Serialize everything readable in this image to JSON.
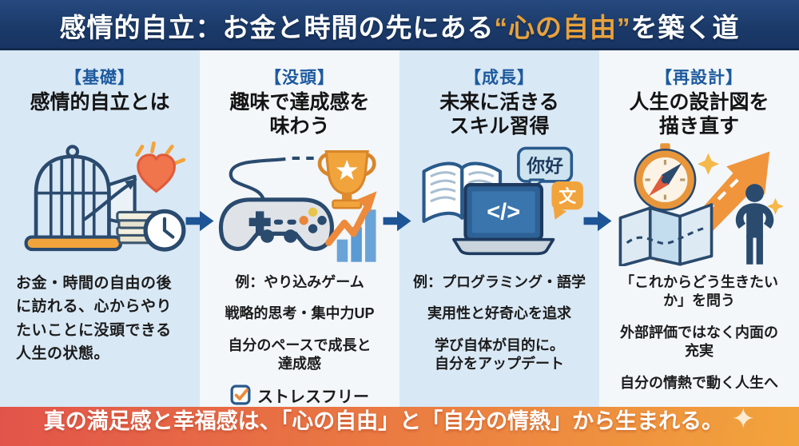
{
  "header": {
    "title_prefix": "感情的自立：お金と時間の先にある",
    "title_highlight": "“心の自由”",
    "title_suffix": "を築く道"
  },
  "columns": [
    {
      "tag": "【基礎】",
      "title": "感情的自立とは",
      "icon": "birdcage-freedom",
      "paragraph": "お金・時間の自由の後に訪れる、心からやりたいことに没頭できる人生の状態。"
    },
    {
      "tag": "【没頭】",
      "title": "趣味で達成感を\n味わう",
      "icon": "gaming-achievement",
      "lines": [
        "例：やり込みゲーム",
        "戦略的思考・集中力UP",
        "自分のペースで成長と\n達成感"
      ],
      "check_item": "ストレスフリー"
    },
    {
      "tag": "【成長】",
      "title": "未来に活きる\nスキル習得",
      "icon": "learning-skills",
      "code_text": "</>",
      "bubble_text": "你好",
      "bubble_text2": "文",
      "lines": [
        "例：プログラミング・語学",
        "実用性と好奇心を追求",
        "学び自体が目的に。\n自分をアップデート"
      ]
    },
    {
      "tag": "【再設計】",
      "title": "人生の設計図を\n描き直す",
      "icon": "compass-map",
      "lines": [
        "「これからどう生きたい\nか」を問う",
        "外部評価ではなく内面の\n充実",
        "自分の情熱で動く人生へ"
      ]
    }
  ],
  "footer": {
    "message": "真の満足感と幸福感は、「心の自由」と「自分の情熱」から生まれる。",
    "sparkle": "✦"
  },
  "colors": {
    "header_bg": "#1b3a69",
    "highlight_orange": "#e8a23c",
    "tag_blue": "#1d5a9e",
    "arrow_blue": "#1d5596",
    "column_bg_blue": "#d9e8f5",
    "column_bg_white": "#f3f7fa",
    "footer_gradient_left": "#e2544a",
    "footer_gradient_right": "#f2a43c"
  }
}
